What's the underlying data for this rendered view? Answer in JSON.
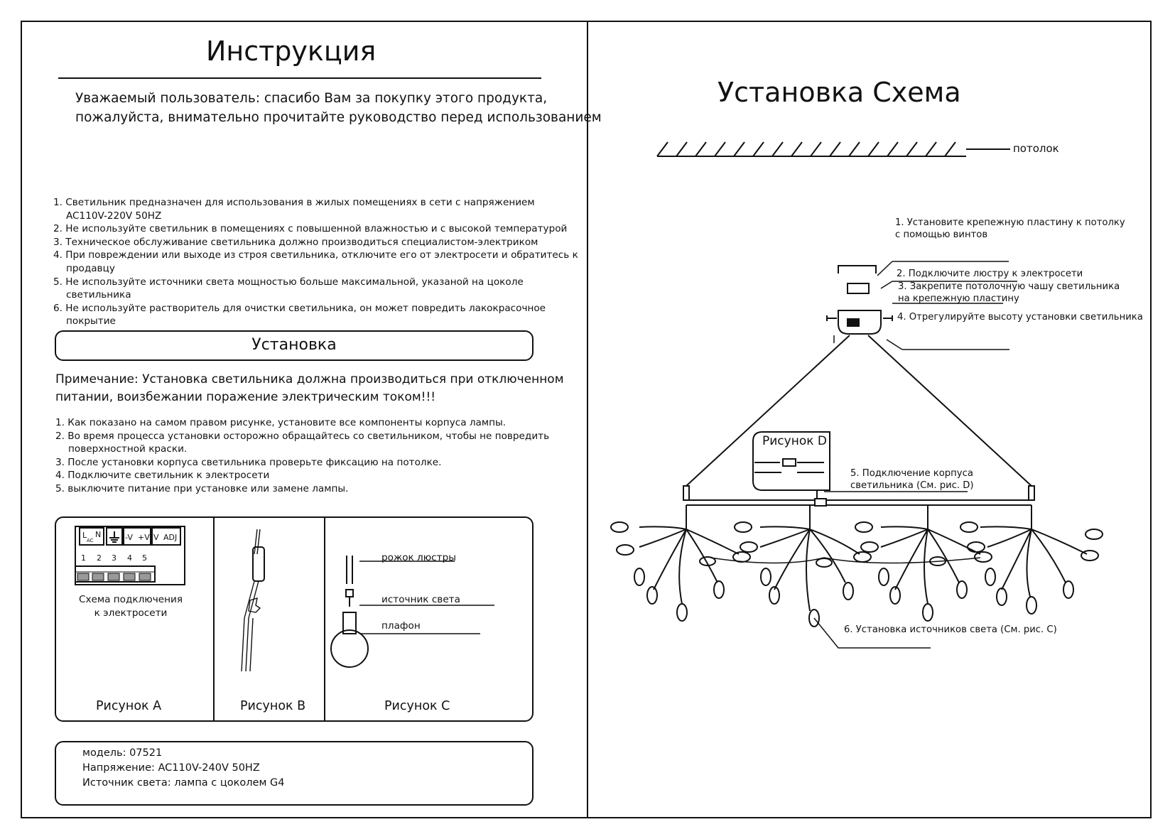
{
  "left": {
    "title": "Инструкция",
    "intro": [
      "Уважаемый пользователь: спасибо Вам за покупку этого продукта,",
      "пожалуйста, внимательно прочитайте руководство перед использованием"
    ],
    "rules": [
      "1. Светильник предназначен для использования в жилых помещениях в сети с напряжением",
      "AC110V-220V 50HZ",
      "2. Не используйте светильник в помещениях с повышенной влажностью и с высокой температурой",
      "3. Техническое обслуживание светильника должно производиться специалистом-электриком",
      "4. При повреждении или выходе из строя светильника, отключите его от электросети и обратитесь к",
      "продавцу",
      "5. Не используйте источники света мощностью больше максимальной, указаной на цоколе",
      "светильника",
      "6. Не используйте растворитель для очистки светильника, он может повредить лакокрасочное",
      "покрытие"
    ],
    "install_heading": "Установка",
    "note": [
      "Примечание: Установка светильника должна производиться при отключенном",
      "питании, воизбежании поражение электрическим током!!!"
    ],
    "steps": [
      "1. Как показано на самом правом рисунке, установите все компоненты корпуса лампы.",
      "2. Во время процесса установки осторожно обращайтесь со светильником, чтобы не повредить",
      "поверхностной краски.",
      "3. После установки корпуса светильника проверьте фиксацию на потолке.",
      "4. Подключите светильник к электросети",
      "5. выключите питание при установке или замене лампы."
    ],
    "figures": {
      "a_caption": "Рисунок A",
      "b_caption": "Рисунок B",
      "c_caption": "Рисунок C",
      "a_terminal_labels": [
        "L",
        "AC",
        "N",
        "-V",
        "+V",
        "V",
        "ADJ"
      ],
      "a_numbers": [
        "1",
        "2",
        "3",
        "4",
        "5"
      ],
      "a_desc": [
        "Схема подключения",
        "к электросети"
      ],
      "c_labels": [
        "рожок люстры",
        "источник света",
        "плафон"
      ]
    },
    "specs": [
      "модель: 07521",
      "Напряжение: AC110V-240V 50HZ",
      "Источник света: лампа с цоколем G4"
    ]
  },
  "right": {
    "title": "Установка Схема",
    "ceiling_label": "потолок",
    "annotations": {
      "a1": [
        "1. Установите крепежную пластину к потолку",
        "с помощью винтов"
      ],
      "a2": "2. Подключите люстру к электросети",
      "a3": [
        "3. Закрепите потолочную чашу светильника",
        "на крепежную пластину"
      ],
      "a4": "4. Отрегулируйте высоту установки светильника",
      "a5": [
        "5. Подключение корпуса",
        "светильника (См. рис. D)"
      ],
      "a6": "6. Установка источников света (См. рис. C)"
    },
    "fig_d_caption": "Рисунок D"
  }
}
